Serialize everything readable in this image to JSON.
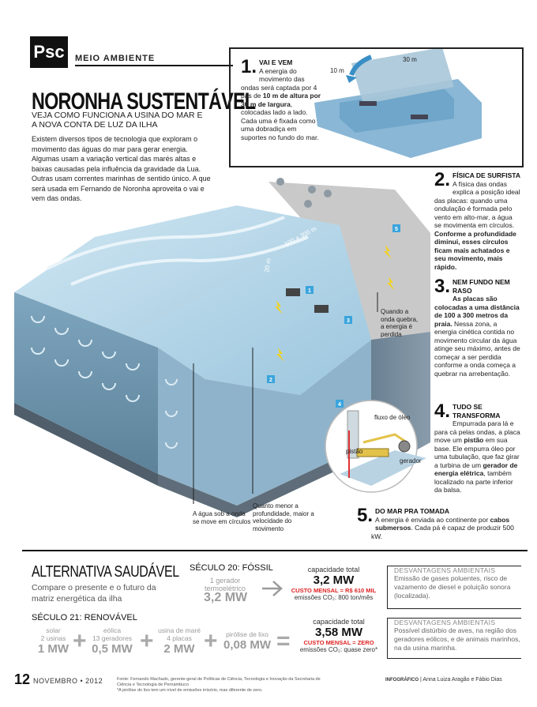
{
  "header": {
    "logo": "Psc",
    "section": "MEIO AMBIENTE",
    "title": "NORONHA SUSTENTÁVEL",
    "subtitle": "VEJA COMO FUNCIONA A USINA DO MAR E A NOVA CONTA DE LUZ DA ILHA",
    "intro": "Existem diversos tipos de tecnologia que exploram o movimento das águas do mar para gerar energia. Algumas usam a variação vertical das marés altas e baixas causadas pela influência da gravidade da Lua. Outras usam correntes marinhas de sentido único. A que será usada em Fernando de Noronha aproveita o vai e vem das ondas."
  },
  "illustration": {
    "dim_10m": "10 m",
    "dim_30m": "30 m",
    "dim_20m": "20 m",
    "dim_100_300m": "100 a 300 m",
    "markers": [
      "1",
      "2",
      "3",
      "4",
      "5"
    ],
    "label_oleo": "fluxo de óleo",
    "label_pistao": "pistão",
    "label_gerador": "gerador",
    "note_circles": "A água sob a onda se move em círculos",
    "note_depth": "Quanto menor a profundidade, maior a velocidade do movimento",
    "note_break": "Quando a onda quebra, a energia é perdida"
  },
  "steps": {
    "s1": {
      "num": "1.",
      "title": "VAI E VEM",
      "pre": "A energia do movimento das ondas será captada por 4 pás de ",
      "b1": "10 m de altura por 30 m de largura",
      "post": ", colocadas lado a lado. Cada uma é fixada como uma dobradiça em suportes no fundo do mar."
    },
    "s2": {
      "num": "2.",
      "title": "FÍSICA DE SURFISTA",
      "pre": "A física das ondas explica a posição ideal das placas: quando uma ondulação é formada pelo vento em alto-mar, a água se movimenta em círculos. ",
      "b1": "Conforme a profundidade diminui, esses círculos ficam mais achatados e seu movimento, mais rápido."
    },
    "s3": {
      "num": "3.",
      "title": "NEM FUNDO NEM RASO",
      "b1": "As placas são colocadas a uma distância de 100 a 300 metros da praia.",
      "post": " Nessa zona, a energia cinética contida no movimento circular da água atinge seu máximo, antes de começar a ser perdida conforme a onda começa a quebrar na arrebentação."
    },
    "s4": {
      "num": "4.",
      "title": "TUDO SE TRANSFORMA",
      "pre": "Empurrada para lá e para cá pelas ondas, a placa move um ",
      "b1": "pistão",
      "mid": " em sua base. Ele empurra óleo por uma tubulação, que faz girar a turbina de um ",
      "b2": "gerador de energia elétrica",
      "post": ", também localizado na parte inferior da balsa."
    },
    "s5": {
      "num": "5.",
      "title": "DO MAR PRA TOMADA",
      "pre": "A energia é enviada ao continente por ",
      "b1": "cabos submersos",
      "post": ". Cada pá é capaz de produzir 500 kW."
    }
  },
  "comparison": {
    "title": "ALTERNATIVA SAUDÁVEL",
    "subtitle": "Compare o presente e o futuro da matriz energética da ilha",
    "past": {
      "era": "SÉCULO 20: FÓSSIL",
      "source": "1 gerador termoelétrico",
      "source_value": "3,2 MW",
      "cap_label": "capacidade total",
      "cap_value": "3,2 MW",
      "cost": "CUSTO MENSAL = R$ 610 MIL",
      "emissions": "emissões CO₂: 800 ton/mês",
      "dis_title": "DESVANTAGENS AMBIENTAIS",
      "dis_text": "Emissão de gases poluentes, risco de vazamento de diesel e poluição sonora (localizada)."
    },
    "future": {
      "era": "SÉCULO 21: RENOVÁVEL",
      "items": [
        {
          "name": "solar",
          "detail": "2 usinas",
          "value": "1 MW"
        },
        {
          "name": "eólica",
          "detail": "13 geradores",
          "value": "0,5 MW"
        },
        {
          "name": "usina de maré",
          "detail": "4 placas",
          "value": "2 MW"
        },
        {
          "name": "pirólise de lixo",
          "detail": "",
          "value": "0,08 MW"
        }
      ],
      "cap_label": "capacidade total",
      "cap_value": "3,58 MW",
      "cost": "CUSTO MENSAL = ZERO",
      "emissions": "emissões CO₂: quase zero*",
      "dis_title": "DESVANTAGENS AMBIENTAIS",
      "dis_text": "Possível distúrbio de aves, na região dos geradores eólicos, e de animais marinhos, na da usina marinha."
    }
  },
  "footer": {
    "page": "12",
    "month": "NOVEMBRO • 2012",
    "credit": "Fonte: Fernando Machado, gerente-geral de Políticas de Ciência, Tecnologia e Inovação da Secretaria de Ciência e Tecnologia de Pernambuco",
    "credit_note": "*A pirólise do lixo tem um nível de emissões irrisório, mas diferente de zero.",
    "infographic_label": "INFOGRÁFICO",
    "infographic_authors": "Anna Luiza Aragão e Fábio Dias"
  }
}
